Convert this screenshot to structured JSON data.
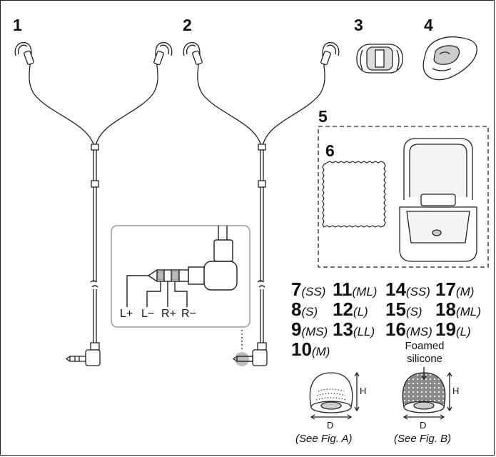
{
  "figure_numbers": {
    "cable_a": "1",
    "cable_b": "2",
    "clip": "3",
    "holder": "4",
    "case_set": "5",
    "cloth": "6"
  },
  "jack_labels": [
    "L+",
    "L−",
    "R+",
    "R−"
  ],
  "earpieces": {
    "silicone_group": [
      {
        "num": "7",
        "size": "(SS)"
      },
      {
        "num": "8",
        "size": "(S)"
      },
      {
        "num": "9",
        "size": "(MS)"
      },
      {
        "num": "10",
        "size": "(M)"
      },
      {
        "num": "11",
        "size": "(ML)"
      },
      {
        "num": "12",
        "size": "(L)"
      },
      {
        "num": "13",
        "size": "(LL)"
      }
    ],
    "foam_group": [
      {
        "num": "14",
        "size": "(SS)"
      },
      {
        "num": "15",
        "size": "(S)"
      },
      {
        "num": "16",
        "size": "(MS)"
      },
      {
        "num": "17",
        "size": "(M)"
      },
      {
        "num": "18",
        "size": "(ML)"
      },
      {
        "num": "19",
        "size": "(L)"
      }
    ]
  },
  "foamed_label_line1": "Foamed",
  "foamed_label_line2": "silicone",
  "dimension_h": "H",
  "dimension_d": "D",
  "caption_a": "(See Fig. A)",
  "caption_b": "(See Fig. B)",
  "icons": [
    "earphone-cable",
    "balanced-plug",
    "cable-clip",
    "ear-hook-holder",
    "carrying-case",
    "cleaning-cloth",
    "silicone-eartip",
    "foamed-eartip"
  ]
}
